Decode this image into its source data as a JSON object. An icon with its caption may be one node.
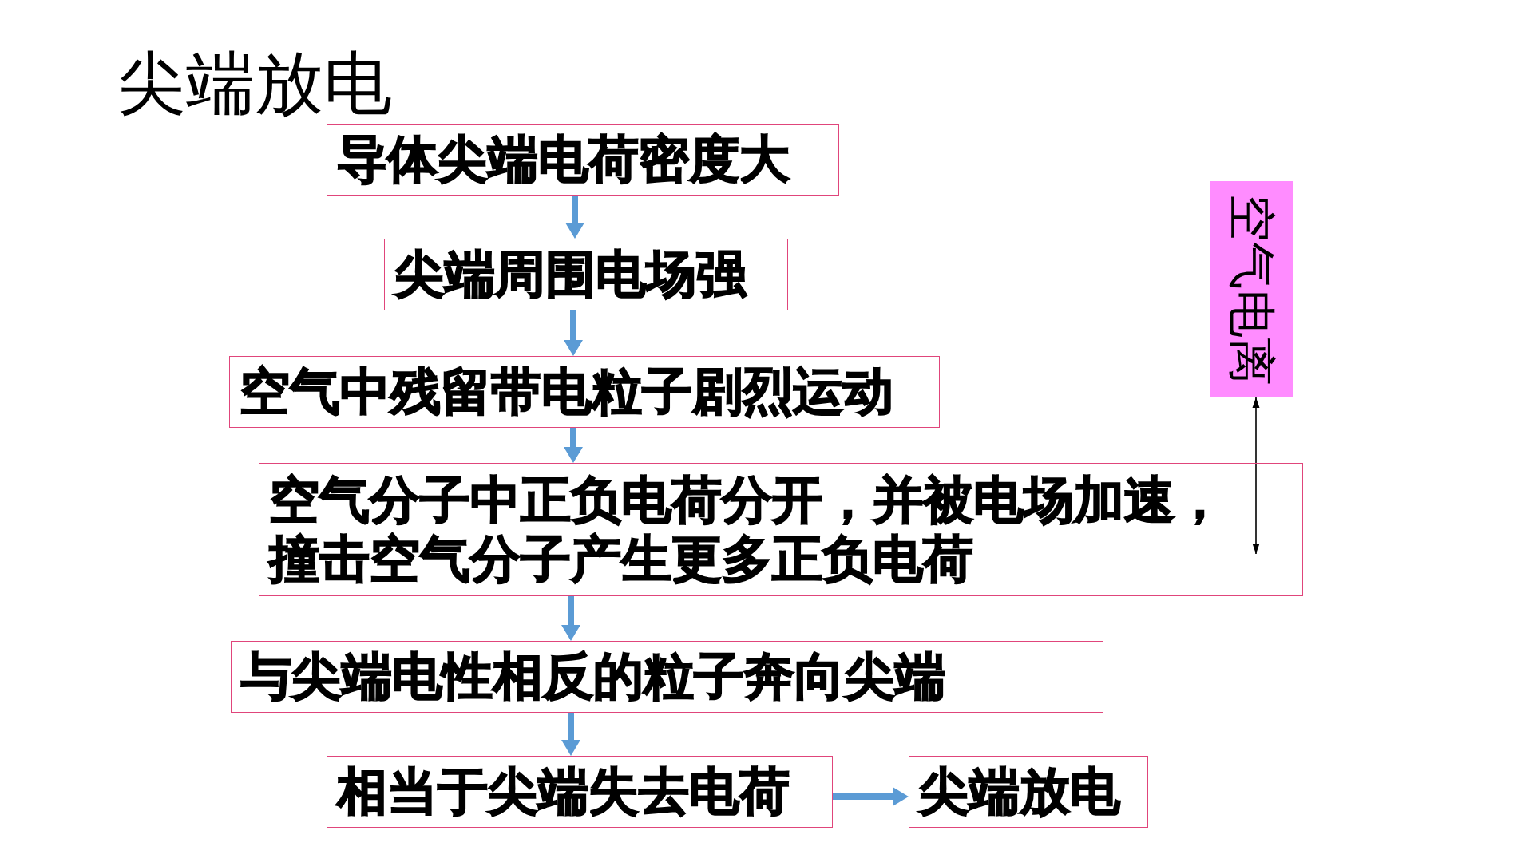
{
  "diagram": {
    "title": "尖端放电",
    "nodes": [
      {
        "text": [
          "导体尖端电荷密度大"
        ]
      },
      {
        "text": [
          "尖端周围电场强"
        ]
      },
      {
        "text": [
          "空气中残留带电粒子剧烈运动"
        ]
      },
      {
        "text": [
          "空气分子中正负电荷分开，并被电场加速，撞击空气分子产生更多正负电荷"
        ]
      },
      {
        "text": [
          "与尖端电性相反的粒子奔向尖端"
        ]
      },
      {
        "text": [
          "相当于尖端失去电荷"
        ]
      },
      {
        "text": [
          "尖端放电"
        ]
      },
      {
        "text": [
          "空气电离"
        ]
      }
    ],
    "edges": [
      {
        "from": 0,
        "to": 1,
        "arrow": "to"
      },
      {
        "from": 1,
        "to": 2,
        "arrow": "to"
      },
      {
        "from": 2,
        "to": 3,
        "arrow": "to"
      },
      {
        "from": 3,
        "to": 4,
        "arrow": "to"
      },
      {
        "from": 4,
        "to": 5,
        "arrow": "to"
      },
      {
        "from": 5,
        "to": 6,
        "arrow": "to"
      },
      {
        "from": 7,
        "to": 3,
        "arrow": "both",
        "color": "#000000"
      }
    ]
  }
}
